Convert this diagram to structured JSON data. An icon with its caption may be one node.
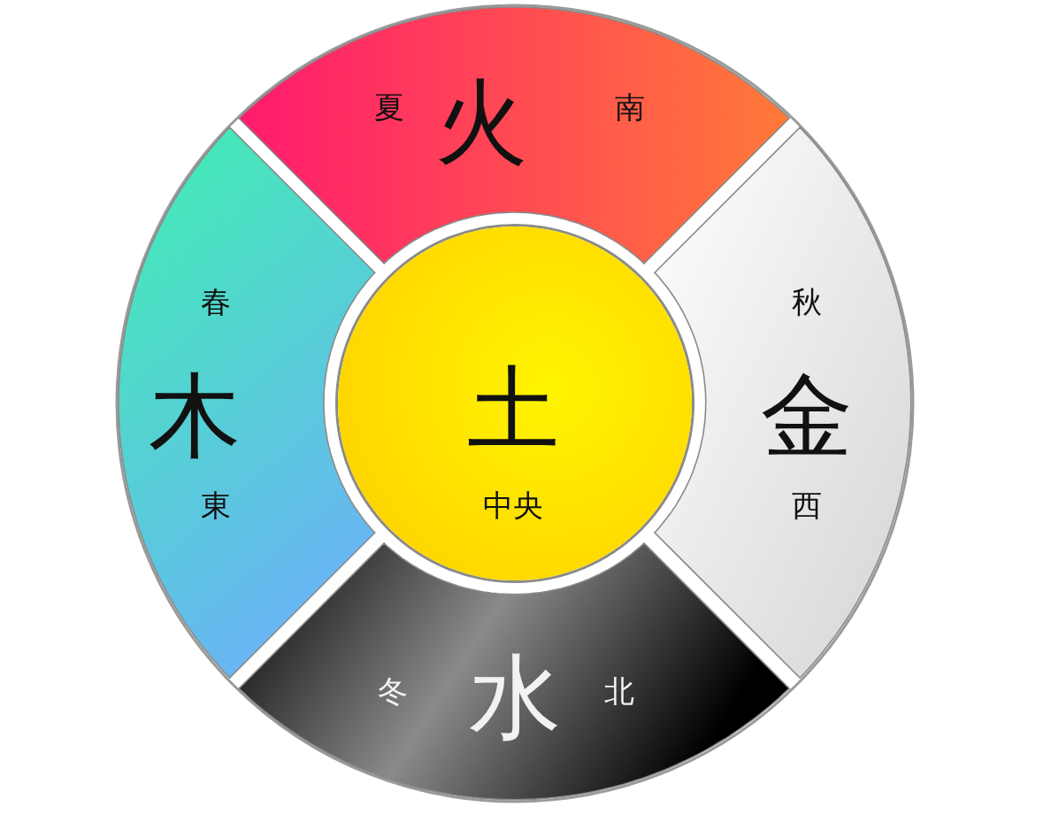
{
  "diagram": {
    "nodes": [
      {
        "text": [
          "夏",
          "火",
          "南"
        ]
      },
      {
        "text": [
          "春",
          "木",
          "東"
        ]
      },
      {
        "text": [
          "土",
          "中央"
        ]
      },
      {
        "text": [
          "秋",
          "金",
          "西"
        ]
      },
      {
        "text": [
          "冬",
          "水",
          "北"
        ]
      }
    ]
  }
}
